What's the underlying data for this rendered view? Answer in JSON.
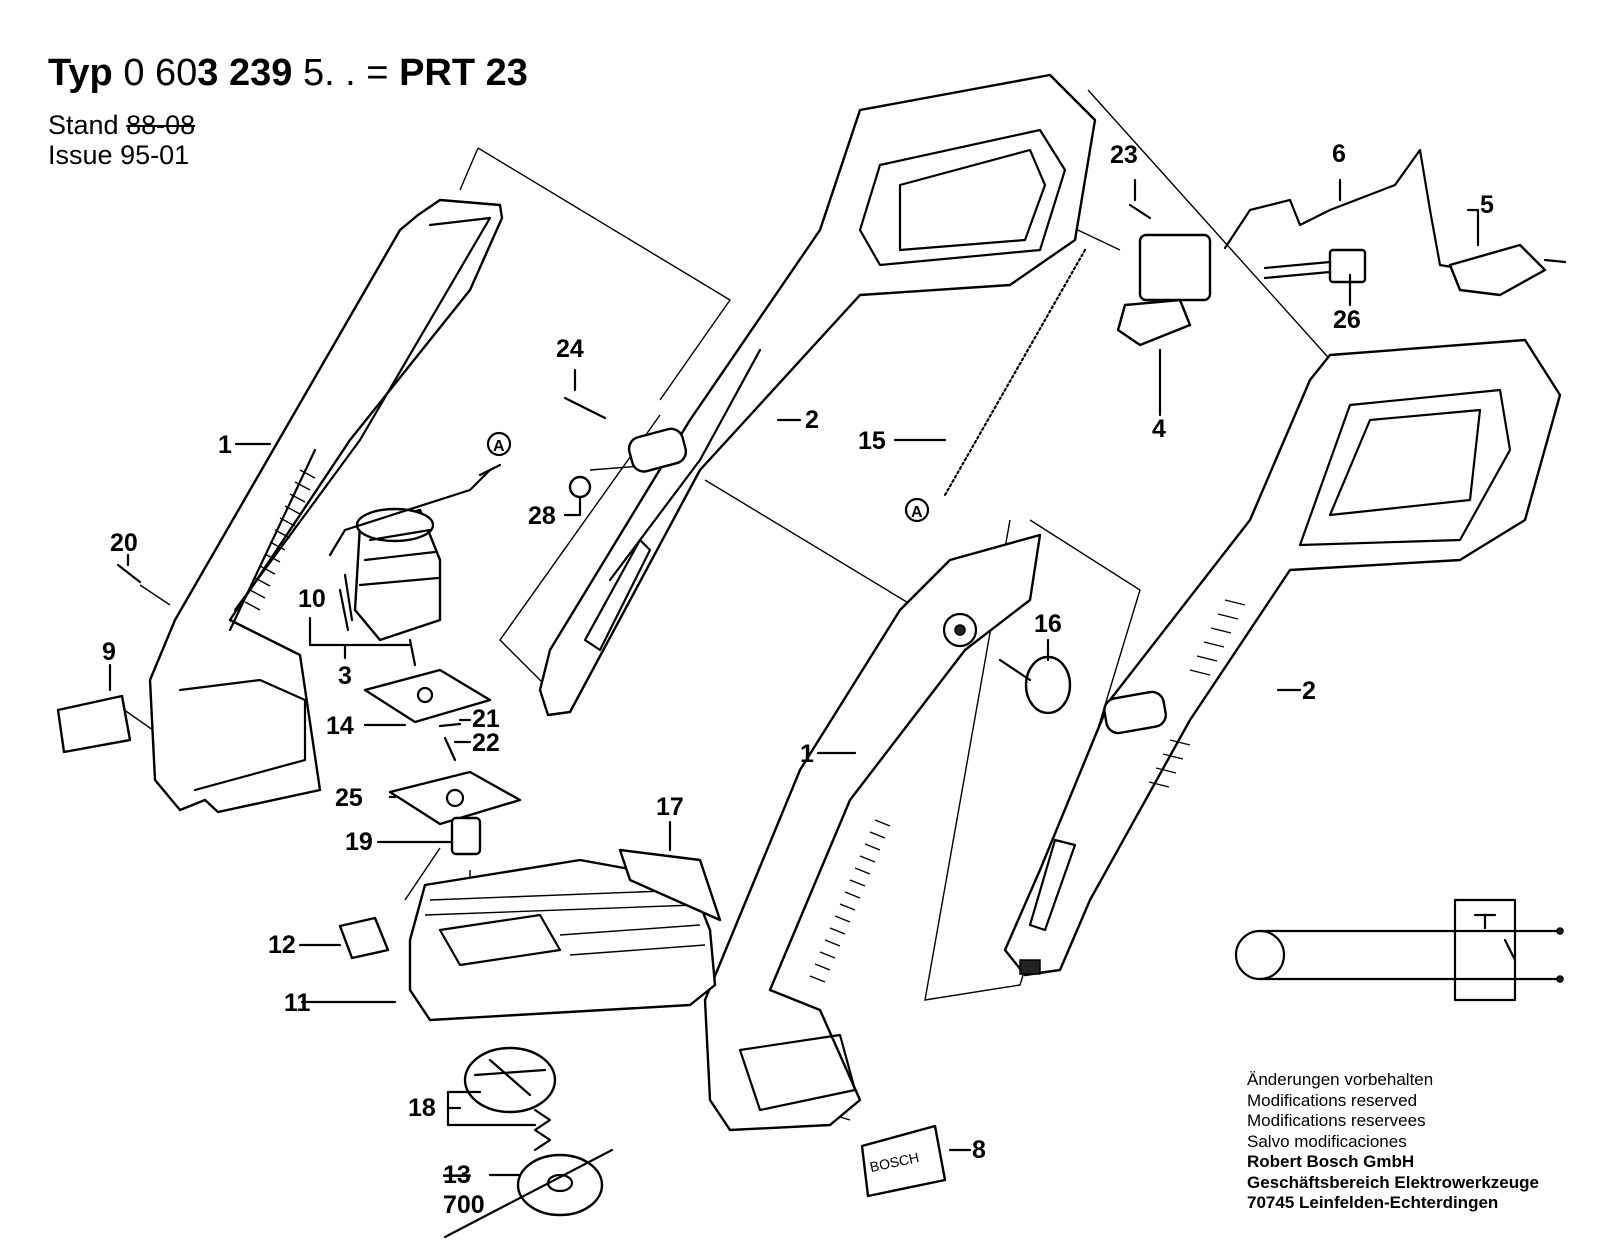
{
  "header": {
    "typ_label": "Typ",
    "typ_number_prefix": "0 60",
    "typ_number_bold": "3 239",
    "typ_suffix": "5. . =",
    "model": "PRT 23",
    "stand_label": "Stand",
    "stand_value": "88-08",
    "issue_label": "Issue",
    "issue_value": "95-01"
  },
  "labels": {
    "p1_left": "1",
    "p1_right": "1",
    "p2_top": "2",
    "p2_right": "2",
    "p3": "3",
    "p4": "4",
    "p5": "5",
    "p6": "6",
    "p8": "8",
    "p9": "9",
    "p10": "10",
    "p11": "11",
    "p12": "12",
    "p13_old": "13",
    "p13_new": "700",
    "p14": "14",
    "p15": "15",
    "p16": "16",
    "p17": "17",
    "p18": "18",
    "p19": "19",
    "p20": "20",
    "p21": "21",
    "p22": "22",
    "p23": "23",
    "p24": "24",
    "p25": "25",
    "p26": "26",
    "p28": "28",
    "ref_a": "A",
    "logo": "BOSCH"
  },
  "notes": {
    "line1": "Änderungen vorbehalten",
    "line2": "Modifications reserved",
    "line3": "Modifications reservees",
    "line4": "Salvo modificaciones",
    "company": "Robert Bosch GmbH",
    "division": "Geschäftsbereich Elektrowerkzeuge",
    "address": "70745 Leinfelden-Echterdingen"
  }
}
